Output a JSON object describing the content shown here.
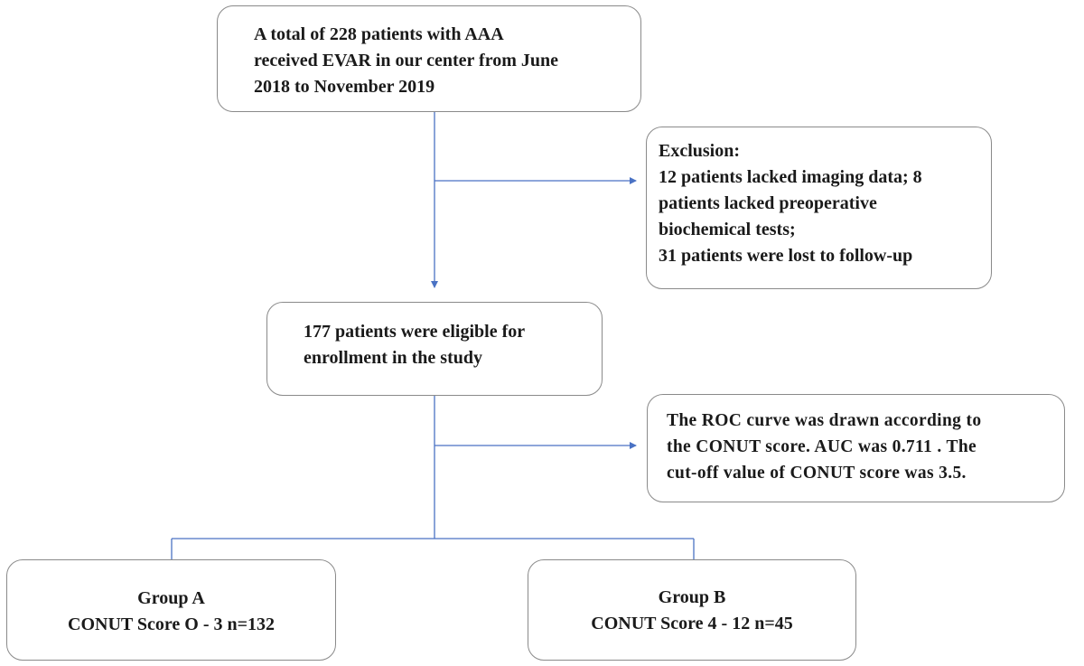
{
  "boxes": {
    "total": {
      "lines": [
        "A total of 228 patients with AAA",
        "received EVAR in our center from June",
        "2018 to November 2019"
      ]
    },
    "exclusion": {
      "lines": [
        "Exclusion:",
        "12 patients lacked imaging data; 8",
        "patients lacked preoperative",
        "biochemical tests;",
        "31 patients were lost to follow-up"
      ]
    },
    "eligible": {
      "lines": [
        "177 patients were eligible for",
        "enrollment in the study"
      ]
    },
    "roc": {
      "lines": [
        "The ROC curve was drawn according to",
        "the CONUT score. AUC was 0.711 . The",
        "cut-off value of CONUT score was 3.5."
      ]
    },
    "group_a": {
      "lines": [
        "Group A",
        "CONUT Score O - 3 n=132"
      ]
    },
    "group_b": {
      "lines": [
        "Group B",
        "CONUT Score 4 - 12 n=45"
      ]
    }
  },
  "colors": {
    "connector": "#4a72c4",
    "box_border": "#8a8a8a",
    "text": "#1a1a1a"
  }
}
